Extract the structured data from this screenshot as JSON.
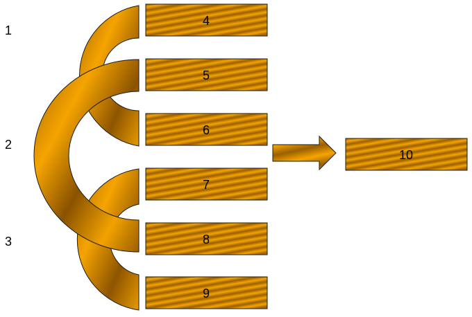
{
  "colors": {
    "gold_light": "#F5A400",
    "gold_dark": "#9A5F00",
    "gold_mid": "#D08A00",
    "outline": "#1a1a1a",
    "text": "#000000"
  },
  "diagram": {
    "left_labels": [
      "1",
      "2",
      "3"
    ],
    "boxes": [
      "4",
      "5",
      "6",
      "7",
      "8",
      "9"
    ],
    "result_box": "10"
  }
}
